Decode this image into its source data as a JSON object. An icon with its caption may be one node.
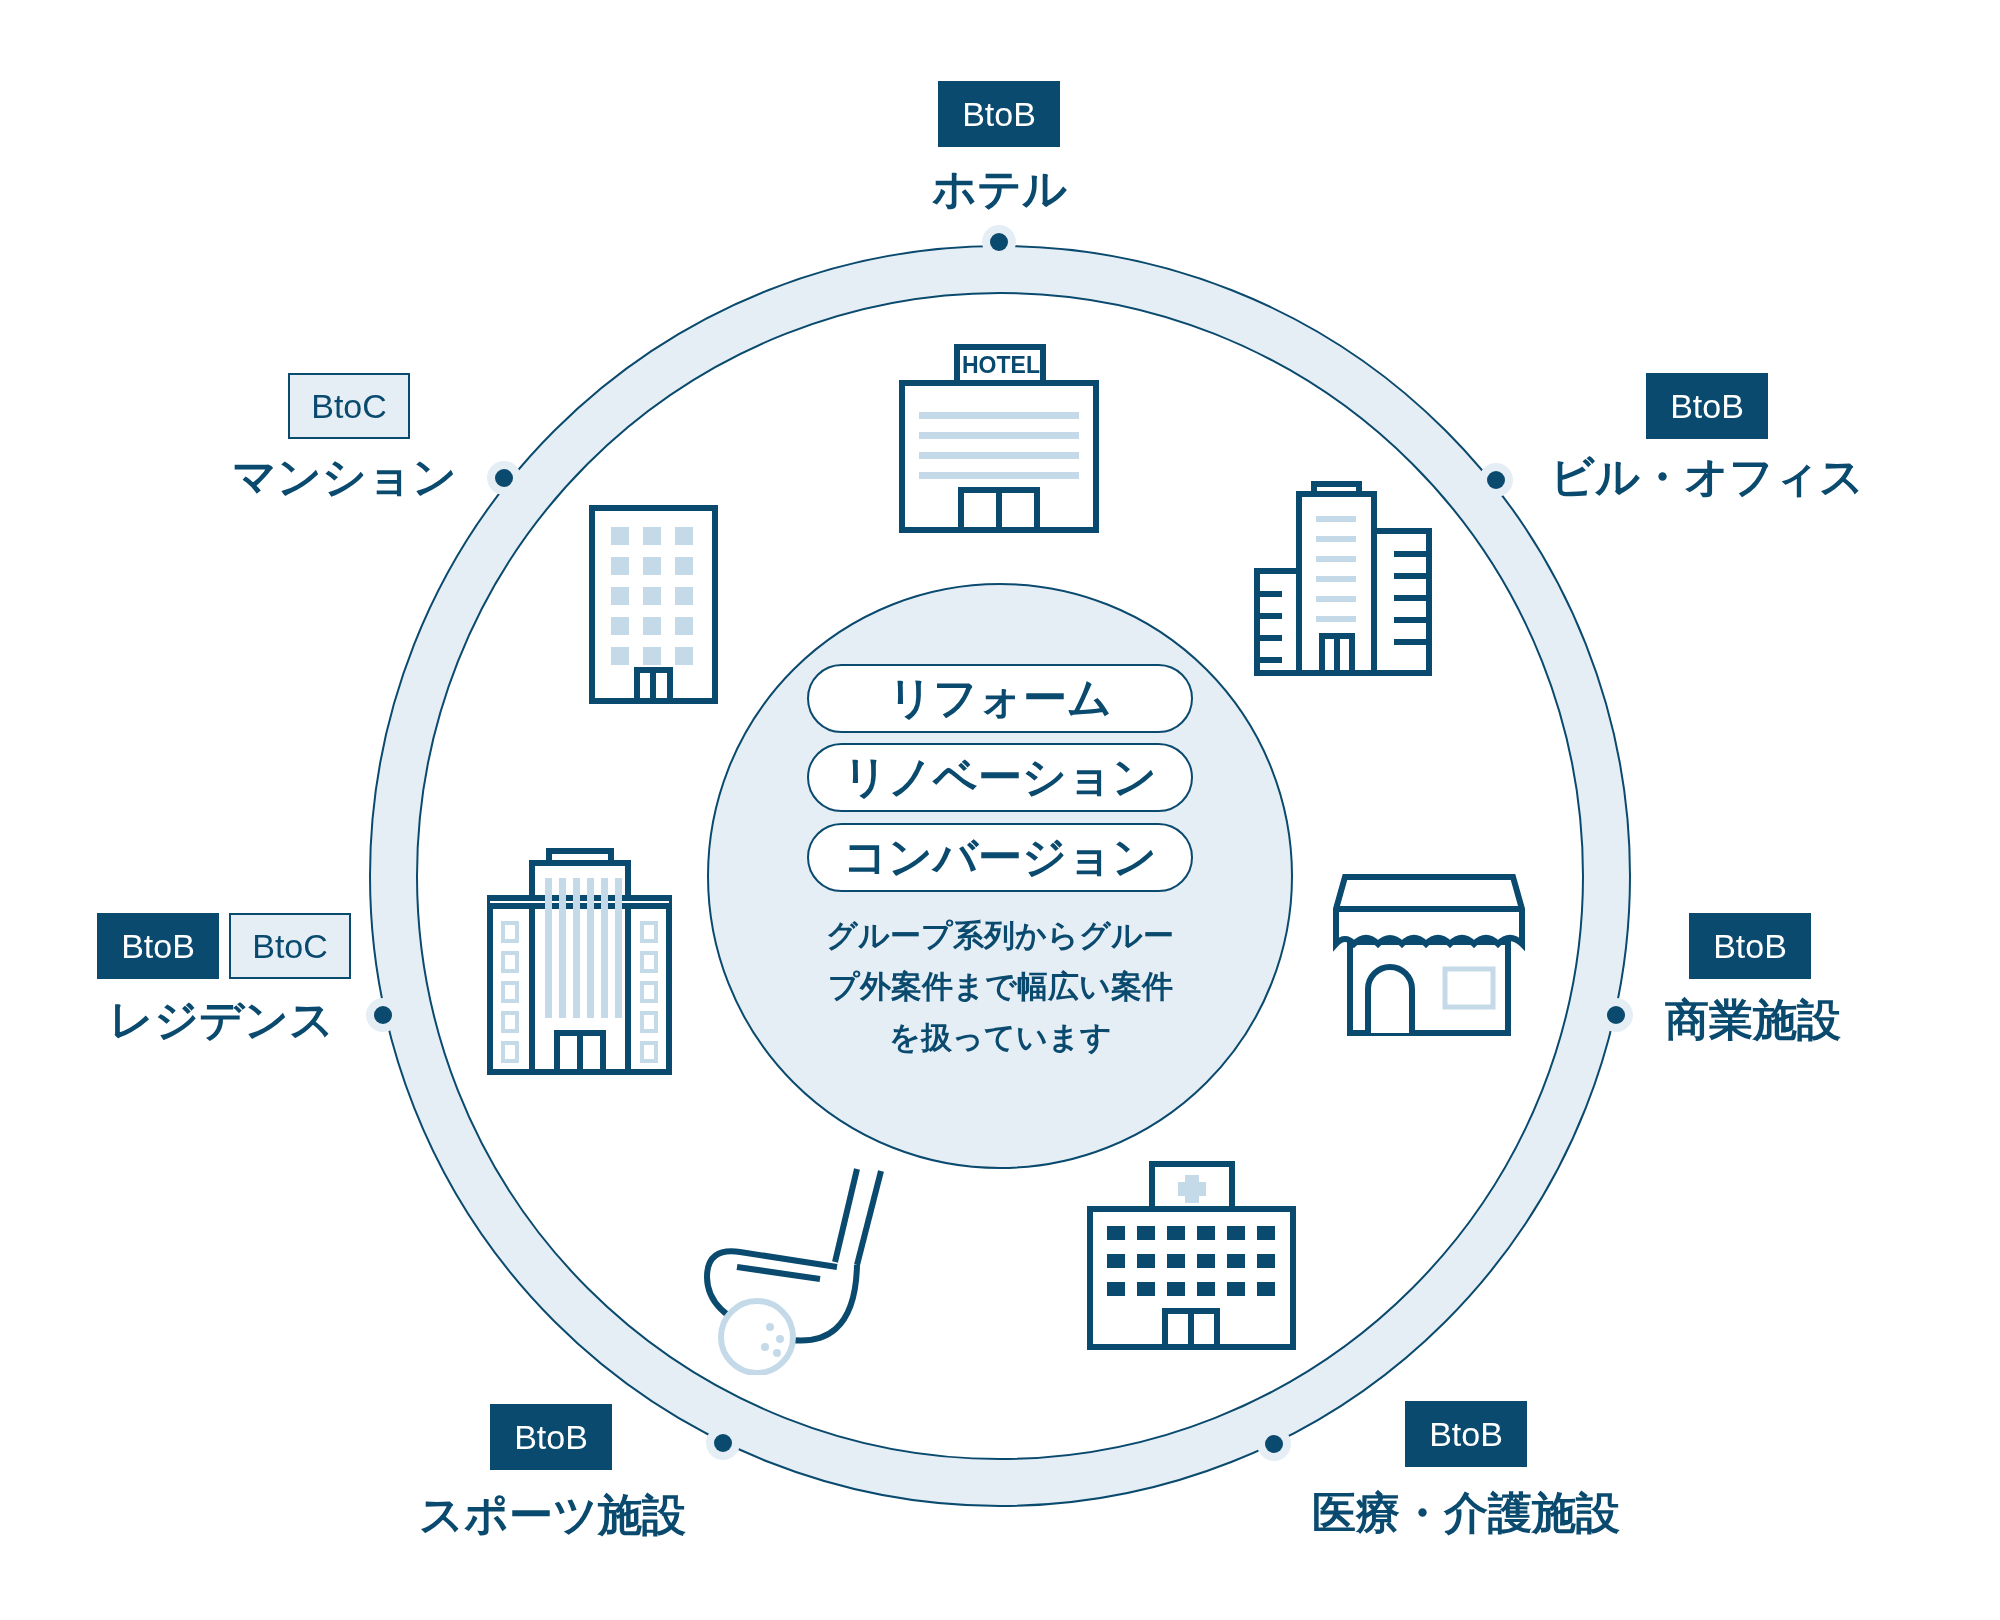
{
  "diagram": {
    "nodes": [
      {
        "text": [
          "BtoB"
        ],
        "beside": [
          "ホテル"
        ]
      },
      {
        "text": [
          "BtoC"
        ],
        "beside": [
          "マンション"
        ]
      },
      {
        "text": [
          "BtoB"
        ],
        "beside": [
          "ビル・オフィス"
        ]
      },
      {
        "text": [
          "グループ系列からグループ外案件まで幅広い案件を扱っています"
        ]
      },
      {
        "text": [
          "リフォーム"
        ],
        "in": 3
      },
      {
        "text": [
          "リノベーション"
        ],
        "in": 3
      },
      {
        "text": [
          "コンバージョン"
        ],
        "in": 3
      },
      {
        "text": [
          "BtoB"
        ],
        "beside": [
          "レジデンス"
        ]
      },
      {
        "text": [
          "BtoC"
        ]
      },
      {
        "text": [
          "BtoB"
        ],
        "beside": [
          "商業施設"
        ]
      },
      {
        "text": [
          "BtoB"
        ],
        "beside": [
          "スポーツ施設"
        ]
      },
      {
        "text": [
          "BtoB"
        ],
        "beside": [
          "医療・介護施設"
        ]
      }
    ],
    "labels": [
      "HOTEL"
    ]
  }
}
